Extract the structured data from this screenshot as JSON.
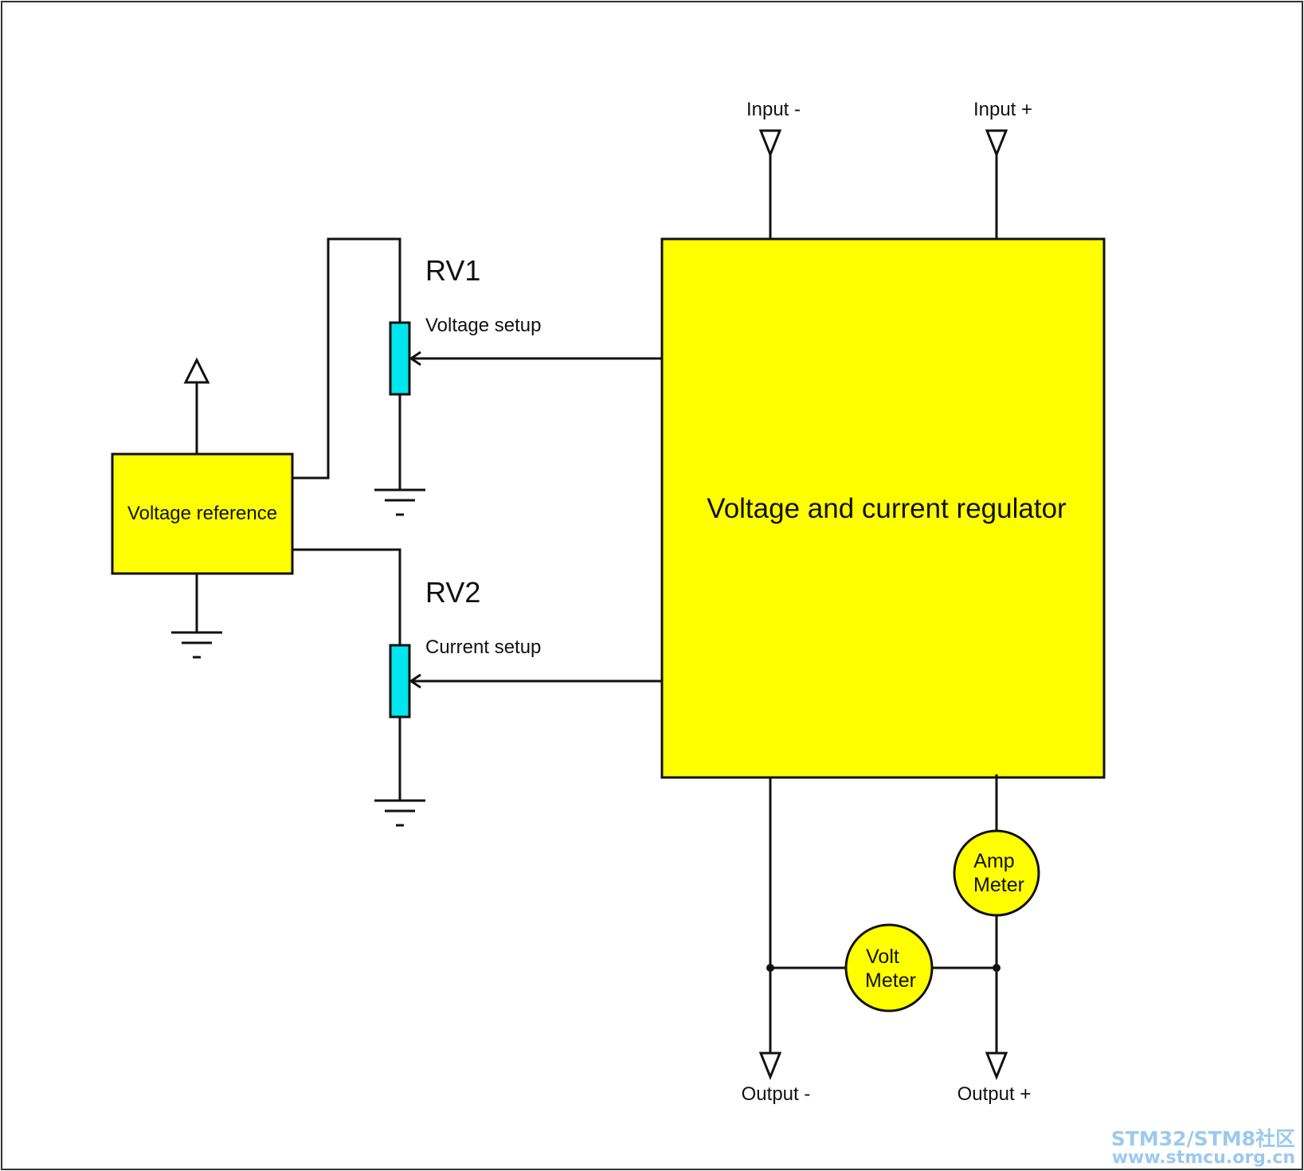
{
  "labels": {
    "input_minus": "Input -",
    "input_plus": "Input +",
    "output_minus": "Output -",
    "output_plus": "Output +",
    "rv1": "RV1",
    "rv1_desc": "Voltage setup",
    "rv2": "RV2",
    "rv2_desc": "Current setup",
    "voltage_reference": "Voltage reference",
    "regulator": "Voltage and current regulator",
    "amp_meter_line1": "Amp",
    "amp_meter_line2": "Meter",
    "volt_meter_line1": "Volt",
    "volt_meter_line2": "Meter"
  },
  "watermark": {
    "line1": "STM32/STM8社区",
    "line2": "www.stmcu.org.cn"
  },
  "colors": {
    "block_fill": "#ffff00",
    "potentiometer_fill": "#00e5ee",
    "wire": "#111111",
    "watermark": "#9cc9ee"
  }
}
